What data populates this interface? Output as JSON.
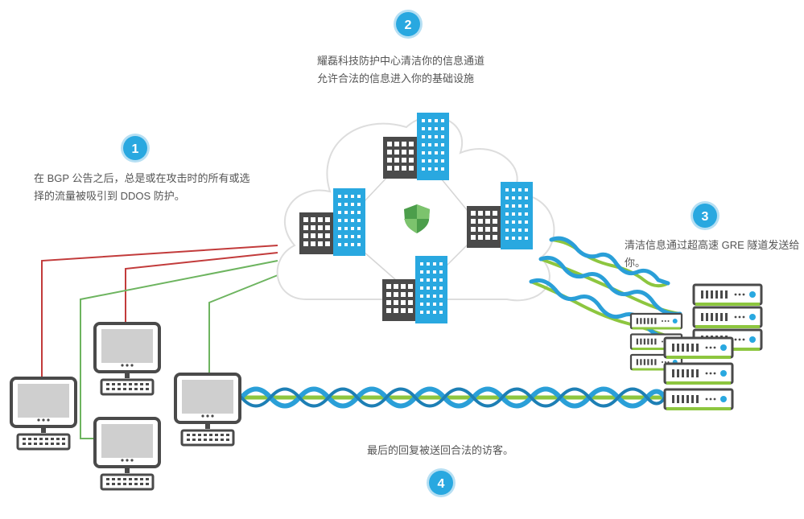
{
  "steps": [
    {
      "number": "1",
      "text": "在 BGP 公告之后，总是或在攻击时的所有或选择的流量被吸引到 DDOS 防护。"
    },
    {
      "number": "2",
      "text": "耀磊科技防护中心清洁你的信息通道\n允许合法的信息进入你的基础设施"
    },
    {
      "number": "3",
      "text": "清洁信息通过超高速 GRE 隧道发送给你。"
    },
    {
      "number": "4",
      "text": "最后的回复被送回合法的访客。"
    }
  ],
  "colors": {
    "accent": "#29a8e0",
    "badge_ring": "#b6dff3",
    "attack_line": "#c23b3b",
    "clean_line": "#6db45f",
    "tunnel_blue": "#2a9fd8",
    "tunnel_green": "#8dc63f",
    "dark_building": "#4a4a4a",
    "shield": "#4c9e4b"
  },
  "icons": {
    "cloud": "cloud-icon",
    "shield": "shield-icon",
    "server": "server-rack-icon",
    "computer": "desktop-computer-icon"
  }
}
